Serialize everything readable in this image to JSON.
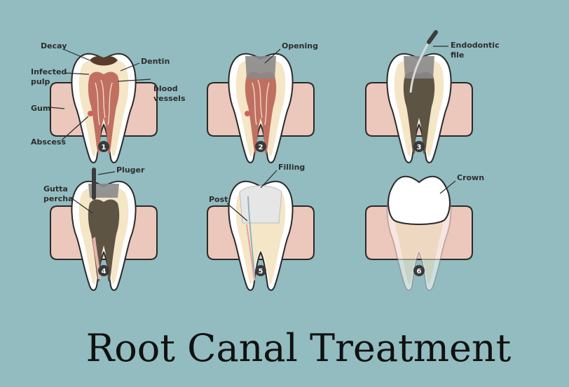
{
  "title": "Root Canal Treatment",
  "colors": {
    "background": "#92bcc0",
    "gum": "#ebc7bc",
    "enamel": "#ffffff",
    "dentin": "#f4e6c6",
    "pulp": "#c07061",
    "decay": "#5a3b2c",
    "filled": "#5e5444",
    "filling_material": "#e6e6e6",
    "instrument": "#3c3c3c"
  },
  "steps": [
    {
      "number": "1",
      "labels": {
        "decay": "Decay",
        "dentin": "Dentin",
        "infected_pulp_1": "Infected",
        "infected_pulp_2": "pulp",
        "blood_vessels_1": "blood",
        "blood_vessels_2": "vessels",
        "gum": "Gum",
        "abscess": "Abscess"
      }
    },
    {
      "number": "2",
      "labels": {
        "opening": "Opening"
      }
    },
    {
      "number": "3",
      "labels": {
        "file_1": "Endodontic",
        "file_2": "file"
      }
    },
    {
      "number": "4",
      "labels": {
        "pluger": "Pluger",
        "gutta_1": "Gutta",
        "gutta_2": "percha"
      }
    },
    {
      "number": "5",
      "labels": {
        "filling": "Filling",
        "post": "Post"
      }
    },
    {
      "number": "6",
      "labels": {
        "crown": "Crown"
      }
    }
  ]
}
